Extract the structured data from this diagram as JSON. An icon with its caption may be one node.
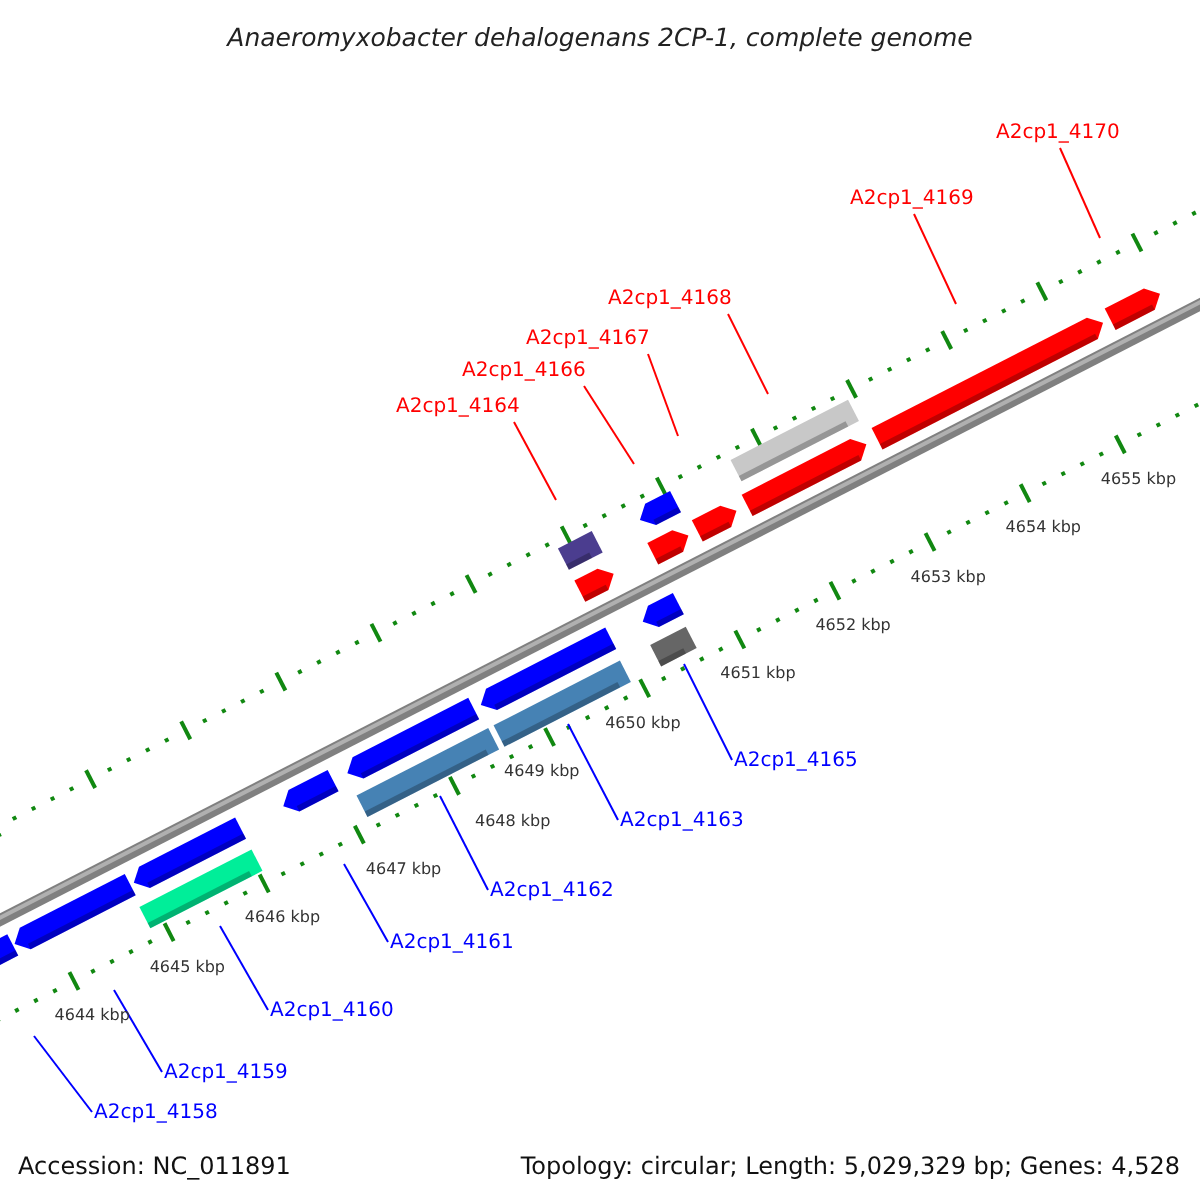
{
  "diagram": {
    "title": "Anaeromyxobacter dehalogenans 2CP-1, complete genome",
    "nodes": [
      {
        "text": [
          "A2cp1_4170"
        ]
      },
      {
        "text": [
          "A2cp1_4169"
        ]
      },
      {
        "text": [
          "A2cp1_4168"
        ]
      },
      {
        "text": [
          "A2cp1_4167"
        ]
      },
      {
        "text": [
          "A2cp1_4166"
        ]
      },
      {
        "text": [
          "A2cp1_4164"
        ]
      },
      {
        "text": [
          "A2cp1_4165"
        ]
      },
      {
        "text": [
          "A2cp1_4163"
        ]
      },
      {
        "text": [
          "A2cp1_4162"
        ]
      },
      {
        "text": [
          "A2cp1_4161"
        ]
      },
      {
        "text": [
          "A2cp1_4160"
        ]
      },
      {
        "text": [
          "A2cp1_4159"
        ]
      },
      {
        "text": [
          "A2cp1_4158"
        ]
      }
    ],
    "edges": [
      {
        "from": 0,
        "to": null,
        "arrow": "none",
        "color": "#ff0000"
      },
      {
        "from": 1,
        "to": null,
        "arrow": "none",
        "color": "#ff0000"
      },
      {
        "from": 2,
        "to": null,
        "arrow": "none",
        "color": "#ff0000"
      },
      {
        "from": 3,
        "to": null,
        "arrow": "none",
        "color": "#ff0000"
      },
      {
        "from": 4,
        "to": null,
        "arrow": "none",
        "color": "#ff0000"
      },
      {
        "from": 5,
        "to": null,
        "arrow": "none",
        "color": "#ff0000"
      },
      {
        "from": 6,
        "to": null,
        "arrow": "none"
      },
      {
        "from": 7,
        "to": null,
        "arrow": "none"
      },
      {
        "from": 8,
        "to": null,
        "arrow": "none"
      },
      {
        "from": 9,
        "to": null,
        "arrow": "none"
      },
      {
        "from": 10,
        "to": null,
        "arrow": "none"
      },
      {
        "from": 11,
        "to": null,
        "arrow": "none"
      },
      {
        "from": 12,
        "to": null,
        "arrow": "none"
      }
    ],
    "labels": [
      "4644 kbp",
      "4645 kbp",
      "4646 kbp",
      "4647 kbp",
      "4648 kbp",
      "4649 kbp",
      "4650 kbp",
      "4651 kbp",
      "4652 kbp",
      "4653 kbp",
      "4654 kbp",
      "4655 kbp",
      "Accession: NC_011891",
      "Topology: circular; Length: 5,029,329 bp; Genes: 4,528"
    ]
  }
}
